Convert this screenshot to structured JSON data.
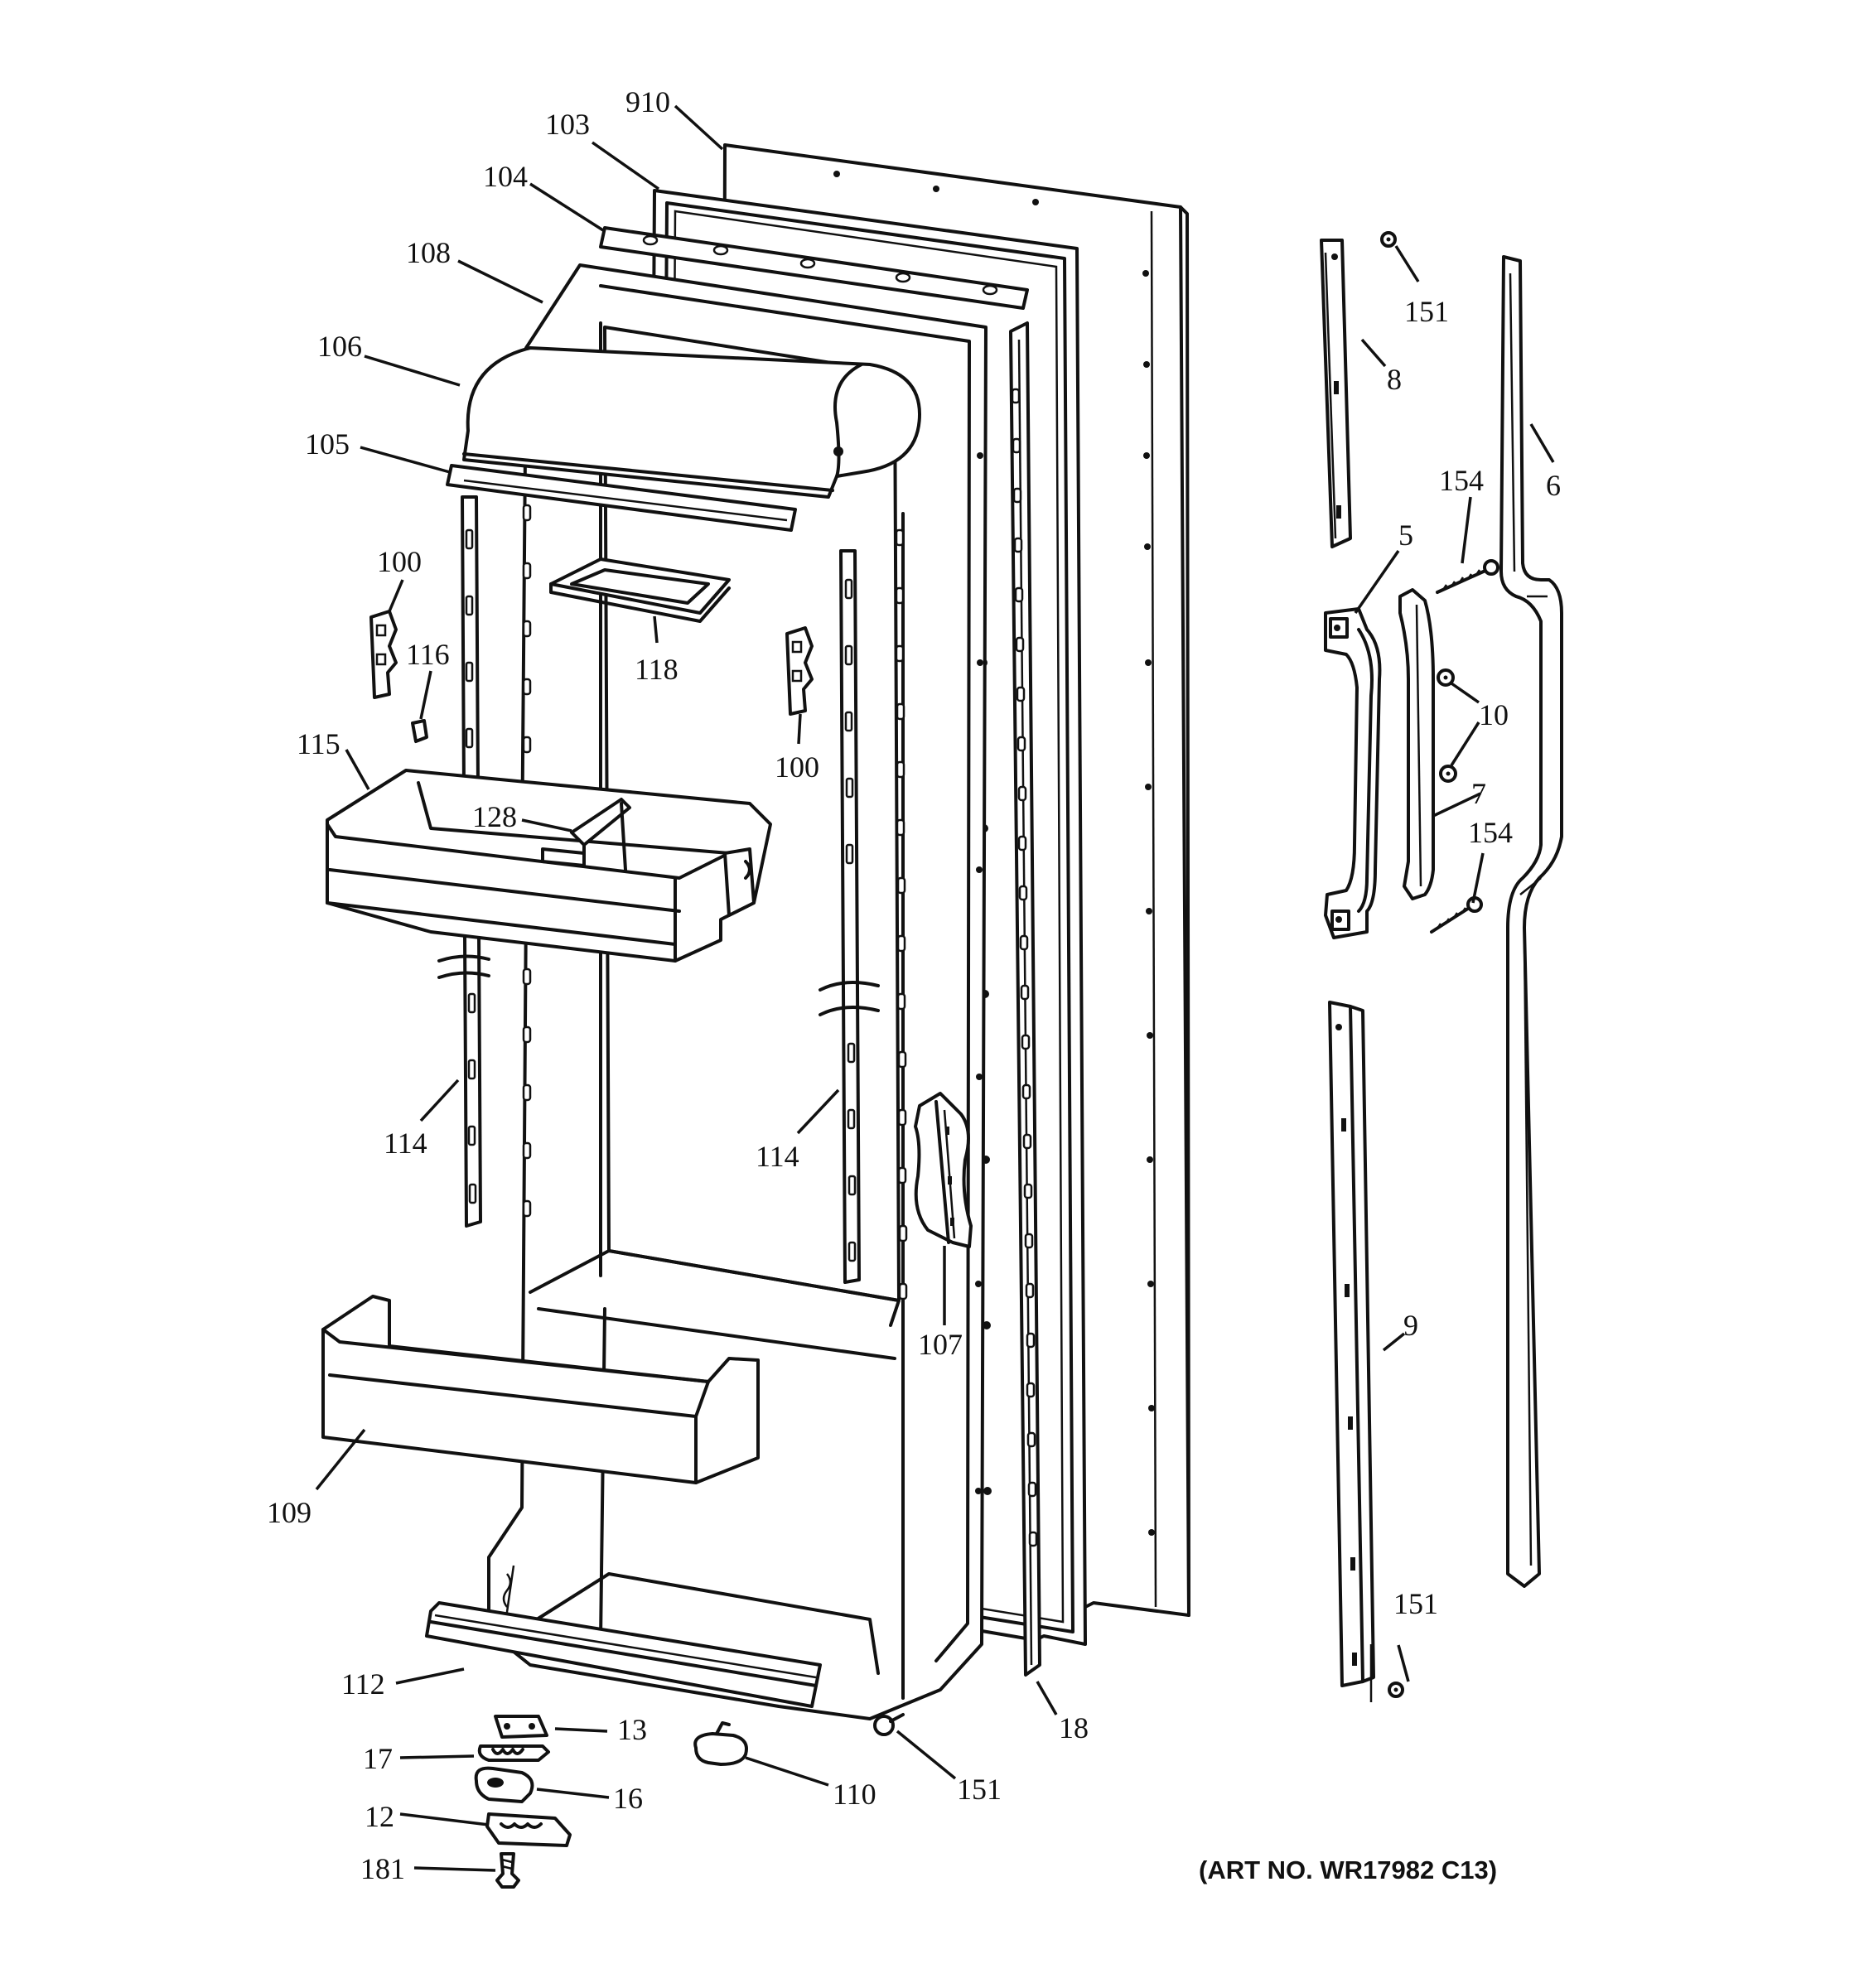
{
  "callouts": {
    "c910": "910",
    "c103": "103",
    "c104": "104",
    "c108": "108",
    "c106": "106",
    "c105": "105",
    "c100a": "100",
    "c116": "116",
    "c115": "115",
    "c128": "128",
    "c118": "118",
    "c100b": "100",
    "c114a": "114",
    "c114b": "114",
    "c107": "107",
    "c109": "109",
    "c112": "112",
    "c13": "13",
    "c17": "17",
    "c16": "16",
    "c12": "12",
    "c181": "181",
    "c110": "110",
    "c151a": "151",
    "c18": "18",
    "c151b": "151",
    "c8": "8",
    "c6": "6",
    "c154a": "154",
    "c5": "5",
    "c10": "10",
    "c7": "7",
    "c154b": "154",
    "c9": "9",
    "c151c": "151"
  },
  "art_number": "(ART NO. WR17982 C13)"
}
